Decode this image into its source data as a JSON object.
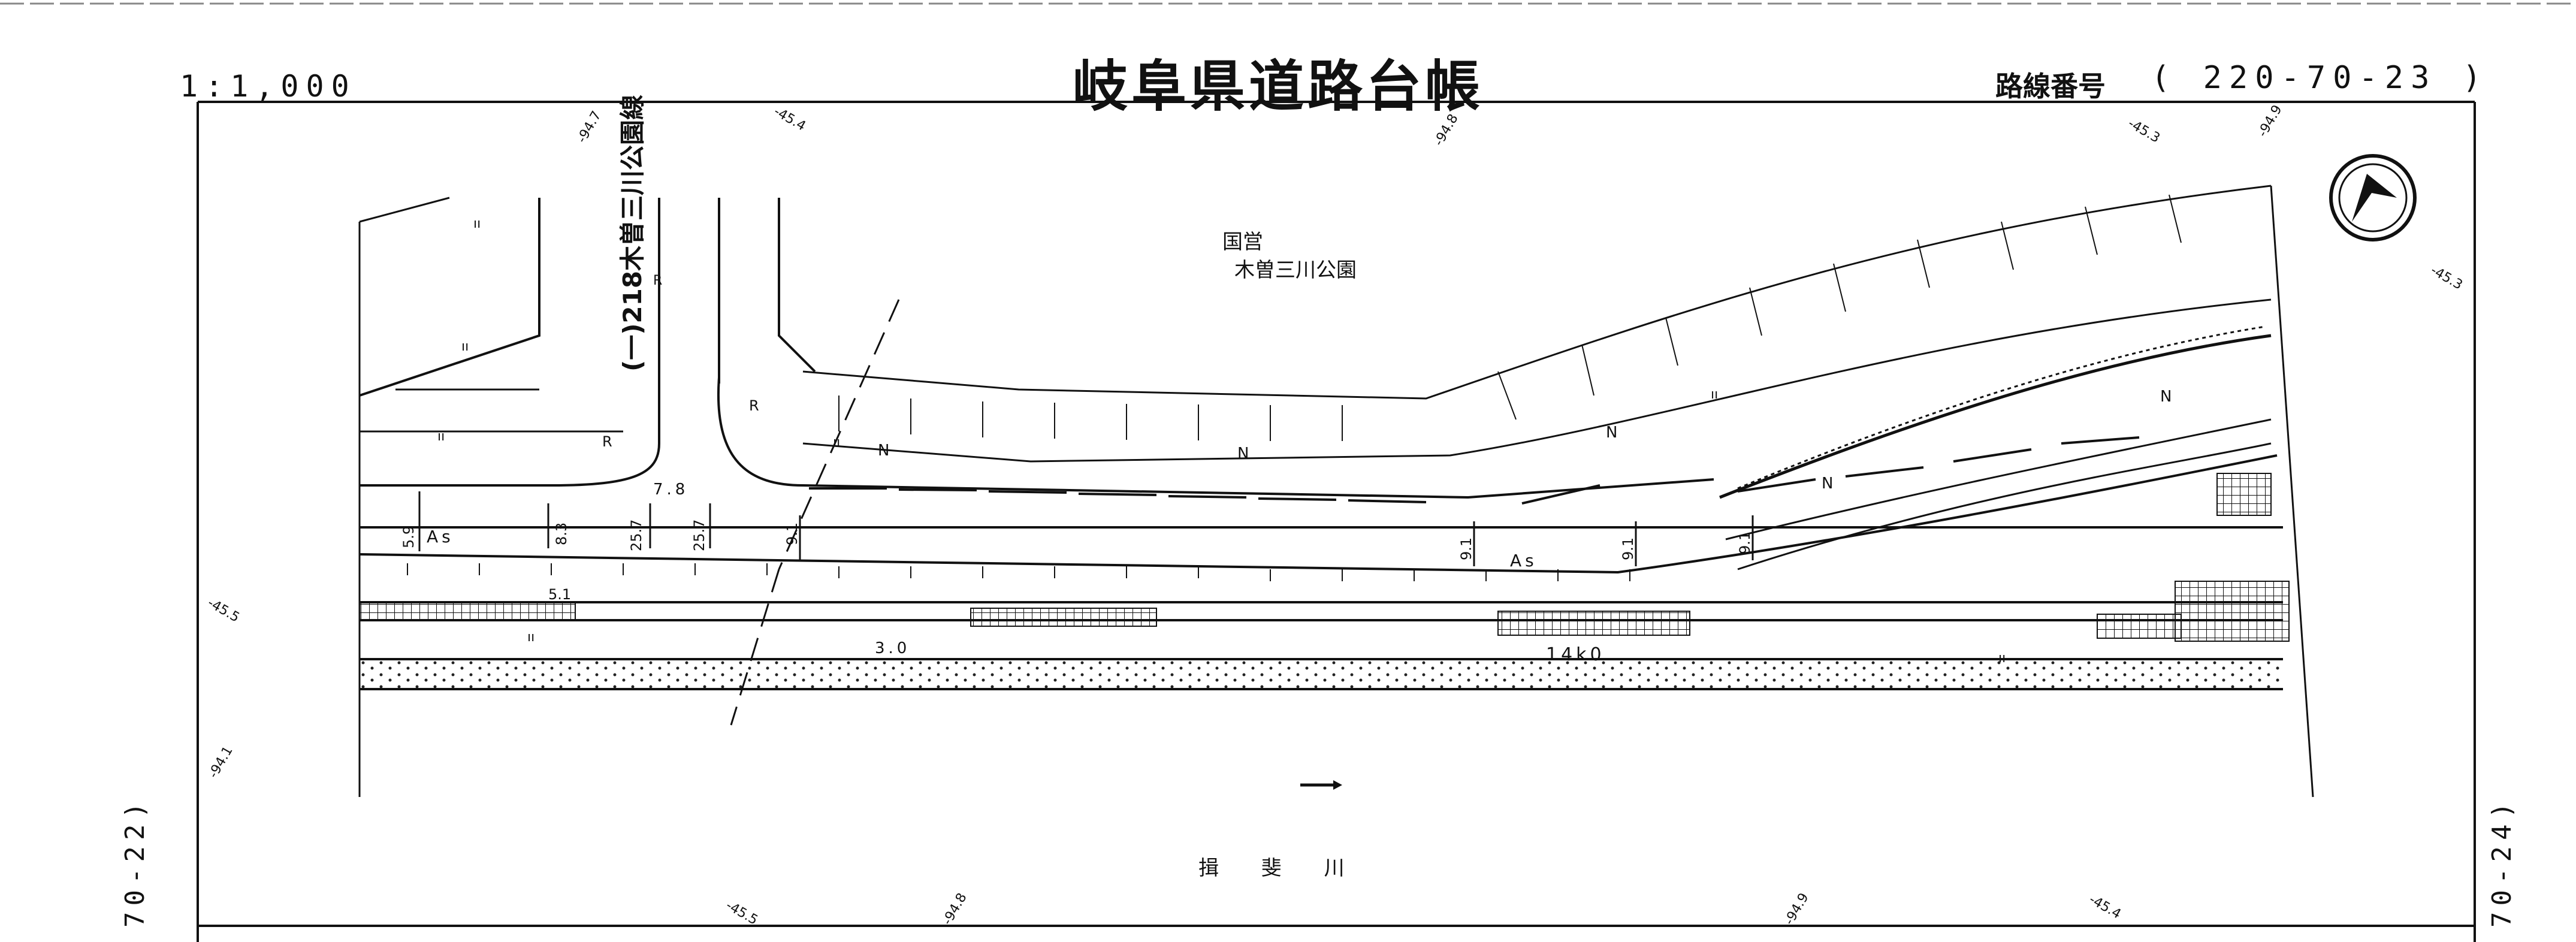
{
  "header": {
    "scale": "1:1,000",
    "title": "岐阜県道路台帳",
    "route_label": "路線番号",
    "route_number": "( 220-70-23 )"
  },
  "sheet_edges": {
    "left": "70-22)",
    "right": "70-24)"
  },
  "map": {
    "park_line1": "国営",
    "park_line2": "木曽三川公園",
    "road_label": "(一)218木曽三川公園線",
    "river_name": "揖 斐 川",
    "distance_post": "14k0",
    "width_upper": "7.8",
    "width_lower": "3.0",
    "width_side": "5.1",
    "surface_1": "As",
    "surface_2": "As",
    "dim_59": "5.9",
    "dim_83": "8.3",
    "dim_257a": "25.7",
    "dim_257b": "25.7",
    "dim_91": "9.1",
    "north_mark": "N",
    "radius_mark": "R",
    "elevations": [
      "-94.7",
      "-45.4",
      "-94.8",
      "-45.3",
      "-94.9",
      "-45.3",
      "-45.5",
      "-94.1",
      "-45.5",
      "-94.8",
      "-94.9",
      "-45.4"
    ],
    "grass_symbol": "ıı"
  }
}
